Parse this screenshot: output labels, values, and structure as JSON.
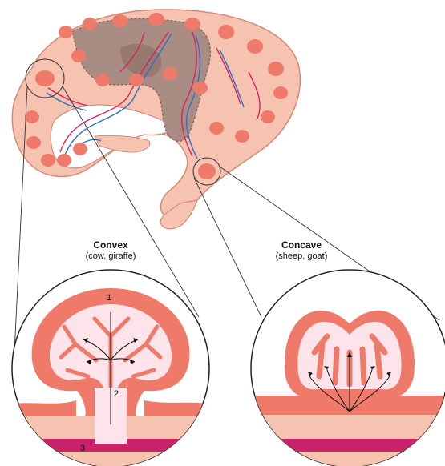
{
  "labels": {
    "convex": {
      "title": "Convex",
      "subtitle": "(cow, giraffe)"
    },
    "concave": {
      "title": "Concave",
      "subtitle": "(sheep, goat)"
    }
  },
  "numbers": {
    "n1": "1",
    "n2": "2",
    "n3": "3"
  },
  "colors": {
    "tissue": "#f07a6a",
    "pale_tissue": "#f6c3b0",
    "lumen": "#fde3ea",
    "fetus": "#a98c83",
    "artery": "#d8245a",
    "vein": "#2f6fc4",
    "muscle": "#c8246a"
  }
}
